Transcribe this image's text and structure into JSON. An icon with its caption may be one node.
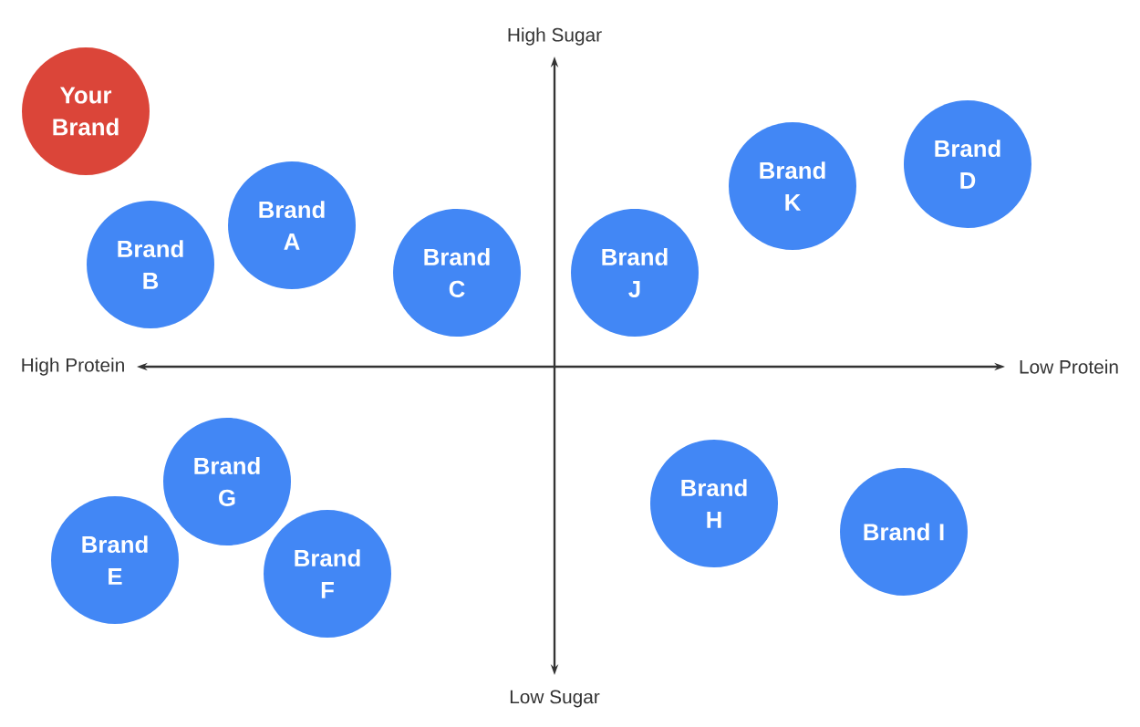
{
  "diagram": {
    "nodes": [
      {
        "text": [
          "Your Brand"
        ]
      },
      {
        "text": [
          "Brand D"
        ]
      },
      {
        "text": [
          "Brand K"
        ]
      },
      {
        "text": [
          "Brand A"
        ]
      },
      {
        "text": [
          "Brand B"
        ]
      },
      {
        "text": [
          "Brand C"
        ]
      },
      {
        "text": [
          "Brand J"
        ]
      },
      {
        "text": [
          "Brand G"
        ]
      },
      {
        "text": [
          "Brand H"
        ]
      },
      {
        "text": [
          "Brand I"
        ]
      },
      {
        "text": [
          "Brand E"
        ]
      },
      {
        "text": [
          "Brand F"
        ]
      }
    ],
    "labels": [
      "High Sugar",
      "High Protein",
      "Low Protein",
      "Low Sugar"
    ]
  }
}
